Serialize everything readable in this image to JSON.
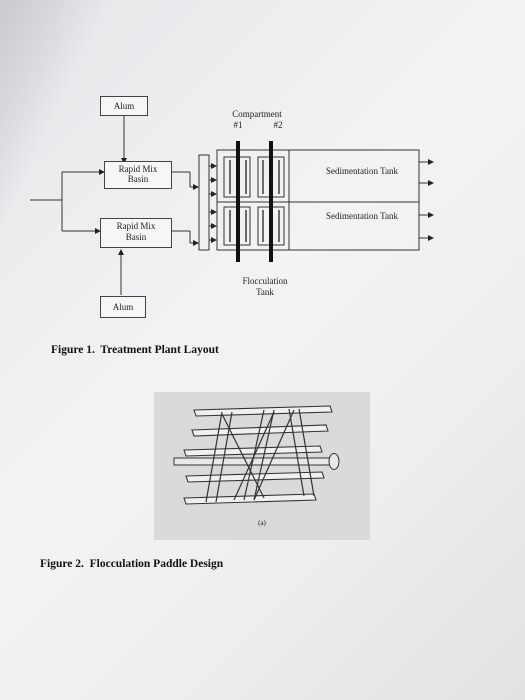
{
  "figure1": {
    "alum_top": "Alum",
    "alum_bottom": "Alum",
    "rapid_mix_1": [
      "Rapid Mix",
      "Basin"
    ],
    "rapid_mix_2": [
      "Rapid Mix",
      "Basin"
    ],
    "compartment_label": "Compartment",
    "compartment_1": "#1",
    "compartment_2": "#2",
    "sedimentation_1": "Sedimentation Tank",
    "sedimentation_2": "Sedimentation Tank",
    "flocculation_label": [
      "Flocculation",
      "Tank"
    ],
    "caption": "Figure 1.  Treatment Plant Layout"
  },
  "figure2": {
    "sub_label": "(a)",
    "caption": "Figure 2.  Flocculation Paddle Design"
  }
}
